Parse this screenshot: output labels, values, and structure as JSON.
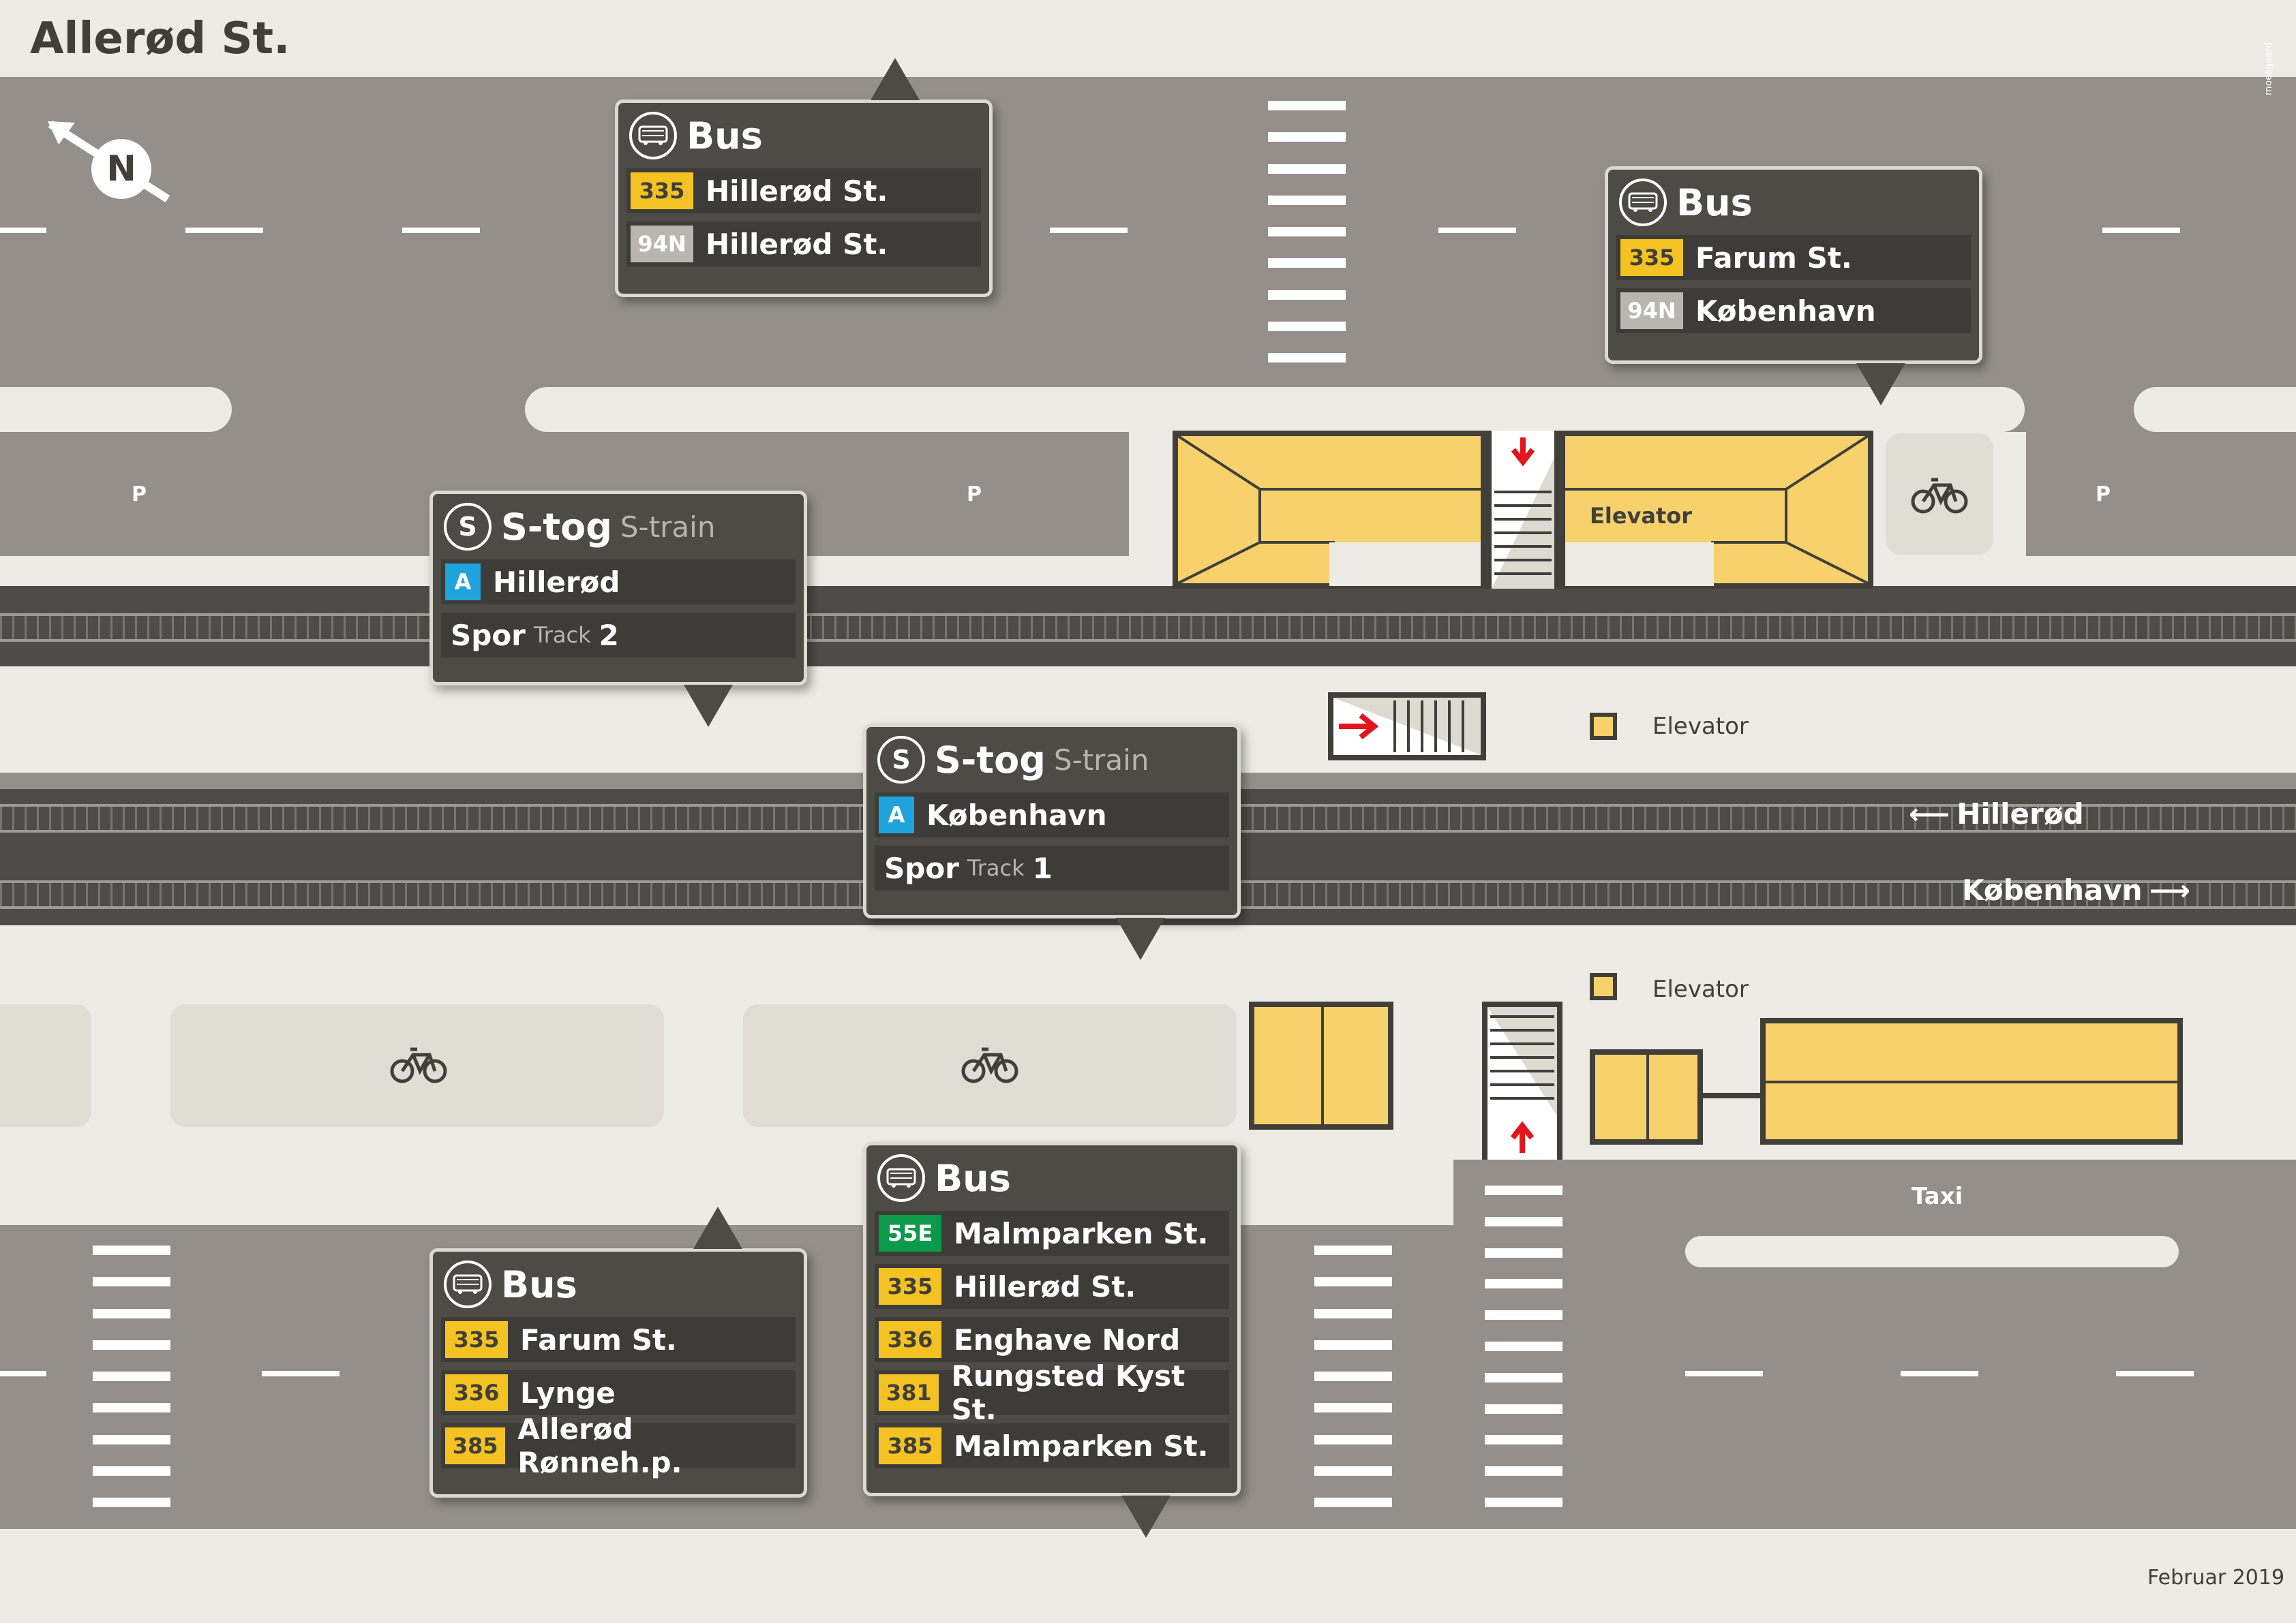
{
  "map": {
    "title": "Allerød St.",
    "north_label": "N",
    "footer_date": "Februar 2019",
    "credit": "moesgaard"
  },
  "parking": [
    "P",
    "P",
    "P"
  ],
  "labels": {
    "elevator_building": "Elevator",
    "legend_elevator_1": "Elevator",
    "legend_elevator_2": "Elevator",
    "taxi": "Taxi"
  },
  "directions": {
    "hillerod": "Hillerød",
    "kobenhavn": "København"
  },
  "bus_stops": [
    {
      "title": "Bus",
      "routes": [
        {
          "number": "335",
          "destination": "Hillerød St.",
          "color": "#f4c323"
        },
        {
          "number": "94N",
          "destination": "Hillerød St.",
          "color": "#b9b6b0"
        }
      ]
    },
    {
      "title": "Bus",
      "routes": [
        {
          "number": "335",
          "destination": "Farum St.",
          "color": "#f4c323"
        },
        {
          "number": "94N",
          "destination": "København",
          "color": "#b9b6b0"
        }
      ]
    },
    {
      "title": "Bus",
      "routes": [
        {
          "number": "335",
          "destination": "Farum St.",
          "color": "#f4c323"
        },
        {
          "number": "336",
          "destination": "Lynge",
          "color": "#f4c323"
        },
        {
          "number": "385",
          "destination": "Allerød Rønneh.p.",
          "color": "#f4c323"
        }
      ]
    },
    {
      "title": "Bus",
      "routes": [
        {
          "number": "55E",
          "destination": "Malmparken St.",
          "color": "#0b9a4a"
        },
        {
          "number": "335",
          "destination": "Hillerød St.",
          "color": "#f4c323"
        },
        {
          "number": "336",
          "destination": "Enghave Nord",
          "color": "#f4c323"
        },
        {
          "number": "381",
          "destination": "Rungsted Kyst St.",
          "color": "#f4c323"
        },
        {
          "number": "385",
          "destination": "Malmparken St.",
          "color": "#f4c323"
        }
      ]
    }
  ],
  "train_platforms": [
    {
      "title": "S-tog",
      "subtitle": "S-train",
      "line": "A",
      "destination": "Hillerød",
      "track_da": "Spor",
      "track_en": "Track",
      "track_no": "2"
    },
    {
      "title": "S-tog",
      "subtitle": "S-train",
      "line": "A",
      "destination": "København",
      "track_da": "Spor",
      "track_en": "Track",
      "track_no": "1"
    }
  ],
  "colors": {
    "road": "#948f8a",
    "background": "#ecebe5",
    "building": "#f6d16c",
    "bus_yellow": "#f4c323",
    "line_a_blue": "#1fa3dc",
    "arrow_red": "#e3161c",
    "bubble": "#4c4b46"
  },
  "icons": [
    "bus-icon",
    "s-train-icon",
    "bicycle-icon",
    "north-arrow-icon",
    "stairs-icon"
  ]
}
